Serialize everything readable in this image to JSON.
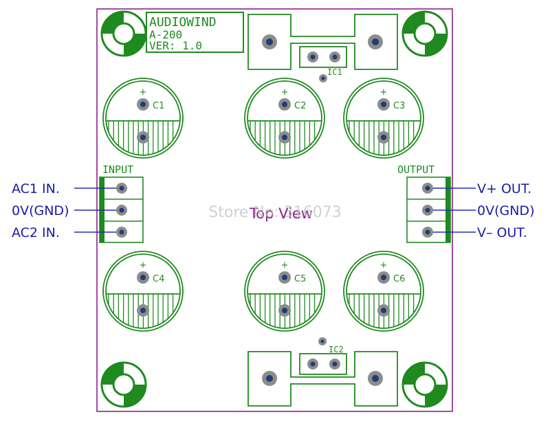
{
  "board": {
    "title_line1": "AUDIOWIND",
    "title_line2": "A-200",
    "title_line3": "VER: 1.0",
    "center_label": "Top View",
    "watermark": "Store No: 316073",
    "input_header": "INPUT",
    "output_header": "OUTPUT"
  },
  "ics": [
    {
      "label": "IC1"
    },
    {
      "label": "IC2"
    }
  ],
  "capacitors": [
    {
      "label": "C1",
      "polarity": "+"
    },
    {
      "label": "C2",
      "polarity": "+"
    },
    {
      "label": "C3",
      "polarity": "+"
    },
    {
      "label": "C4",
      "polarity": "+"
    },
    {
      "label": "C5",
      "polarity": "+"
    },
    {
      "label": "C6",
      "polarity": "+"
    }
  ],
  "input_labels": [
    "AC1 IN.",
    "0V(GND)",
    "AC2 IN."
  ],
  "output_labels": [
    "V+ OUT.",
    "0V(GND)",
    "V– OUT."
  ],
  "colors": {
    "board_outline": "#8b1f8f",
    "silkscreen": "#1f8a1f",
    "pad": "#8c8c8c",
    "pad_hole": "#1e3e78",
    "leader_line": "#2a2ab8",
    "label_text": "#1a1aa8",
    "watermark": "#c8c8c8"
  }
}
